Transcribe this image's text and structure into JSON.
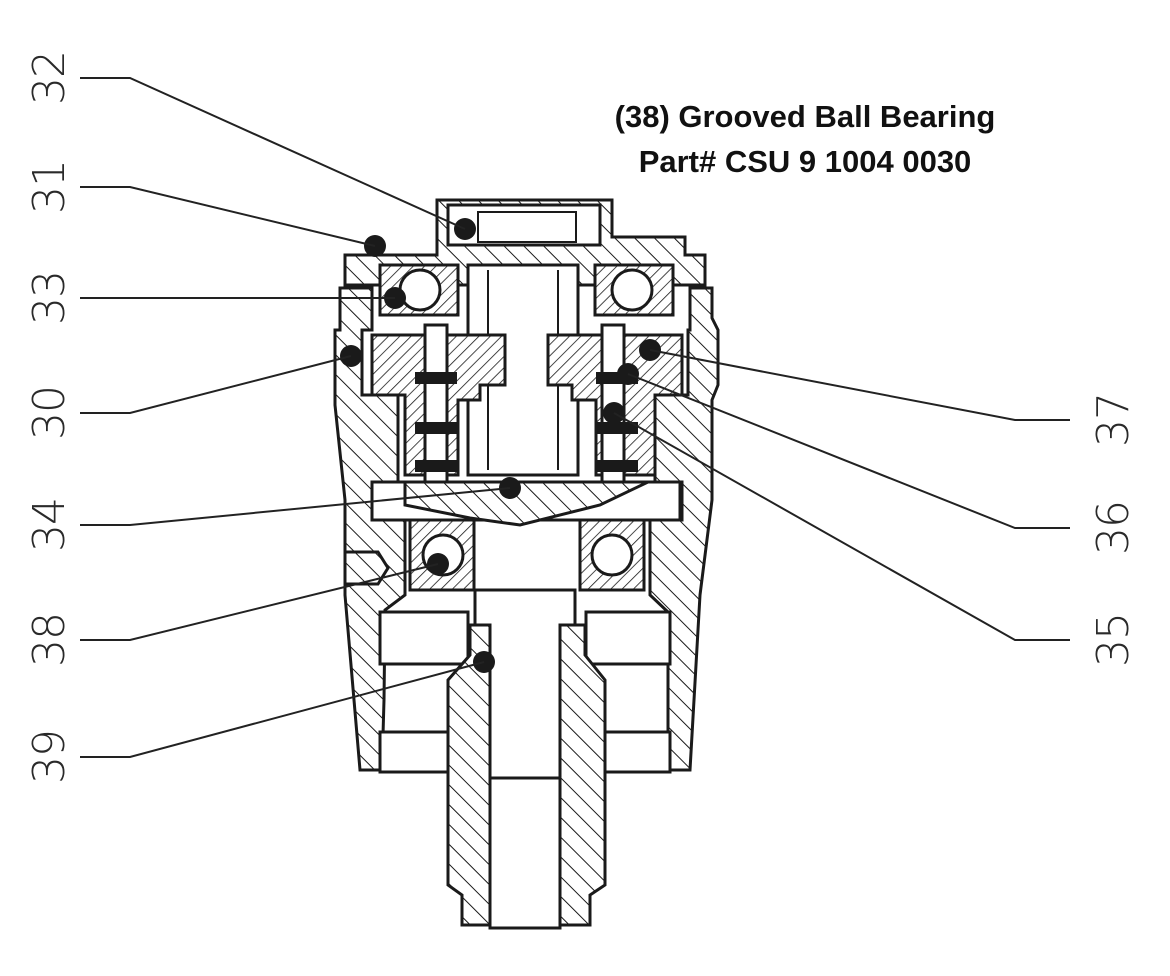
{
  "title": {
    "line1": "(38) Grooved Ball Bearing",
    "line2": "Part# CSU 9 1004 0030"
  },
  "callouts_left": [
    {
      "id": "32",
      "label": "32"
    },
    {
      "id": "31",
      "label": "31"
    },
    {
      "id": "33",
      "label": "33"
    },
    {
      "id": "30",
      "label": "30"
    },
    {
      "id": "34",
      "label": "34"
    },
    {
      "id": "38",
      "label": "38"
    },
    {
      "id": "39",
      "label": "39"
    }
  ],
  "callouts_right": [
    {
      "id": "37",
      "label": "37"
    },
    {
      "id": "36",
      "label": "36"
    },
    {
      "id": "35",
      "label": "35"
    }
  ],
  "colors": {
    "ink": "#1a1a1a",
    "background": "#ffffff"
  }
}
